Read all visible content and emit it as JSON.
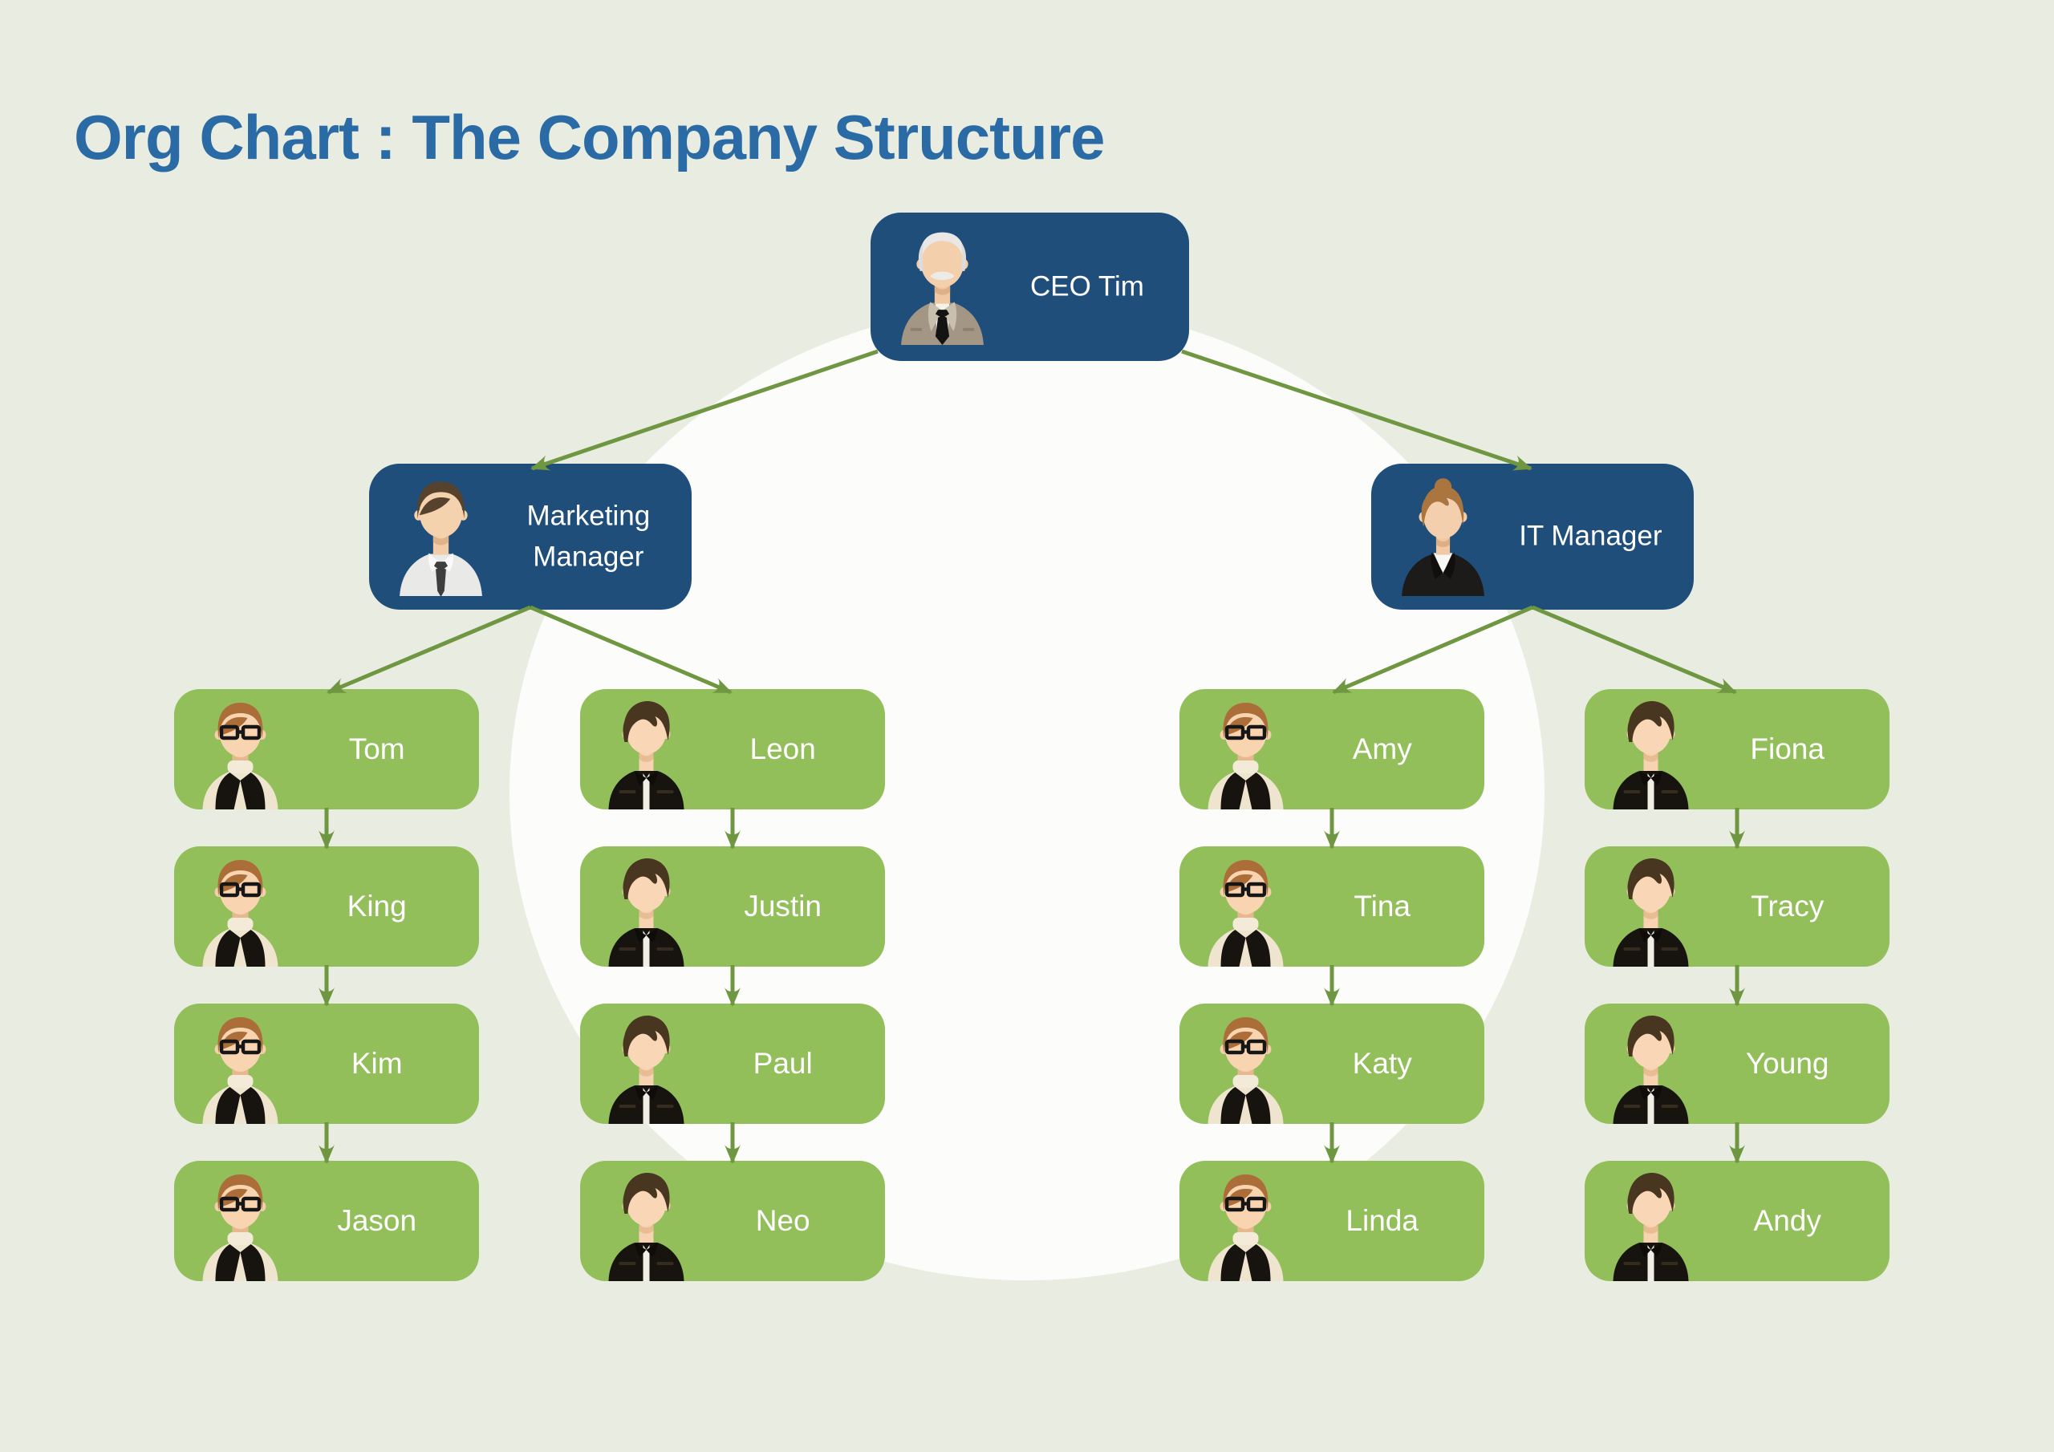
{
  "title": {
    "text": "Org Chart : The Company Structure"
  },
  "colors": {
    "background": "#e9ece1",
    "circle": "#fcfdfa",
    "node_blue": "#1f4e7b",
    "node_green": "#93bf5b",
    "arrow": "#6f9641",
    "node_text": "#ffffff",
    "title_text": "#2a6aa5"
  },
  "org": {
    "ceo": {
      "label": "CEO Tim",
      "avatar_icon": "elder-man-suit-avatar-icon"
    },
    "managers": [
      {
        "label": "Marketing Manager",
        "avatar_icon": "man-shirt-tie-avatar-icon",
        "reports": [
          "Tom",
          "Leon"
        ]
      },
      {
        "label": "IT Manager",
        "avatar_icon": "woman-blazer-avatar-icon",
        "reports": [
          "Amy",
          "Fiona"
        ]
      }
    ],
    "columns": [
      {
        "reports_to": "Marketing Manager",
        "avatar_icon": "man-with-glasses-avatar-icon",
        "members": [
          "Tom",
          "King",
          "Kim",
          "Jason"
        ]
      },
      {
        "reports_to": "Marketing Manager",
        "avatar_icon": "dark-haired-man-avatar-icon",
        "members": [
          "Leon",
          "Justin",
          "Paul",
          "Neo"
        ]
      },
      {
        "reports_to": "IT Manager",
        "avatar_icon": "man-with-glasses-avatar-icon",
        "members": [
          "Amy",
          "Tina",
          "Katy",
          "Linda"
        ]
      },
      {
        "reports_to": "IT Manager",
        "avatar_icon": "dark-haired-man-avatar-icon",
        "members": [
          "Fiona",
          "Tracy",
          "Young",
          "Andy"
        ]
      }
    ]
  }
}
